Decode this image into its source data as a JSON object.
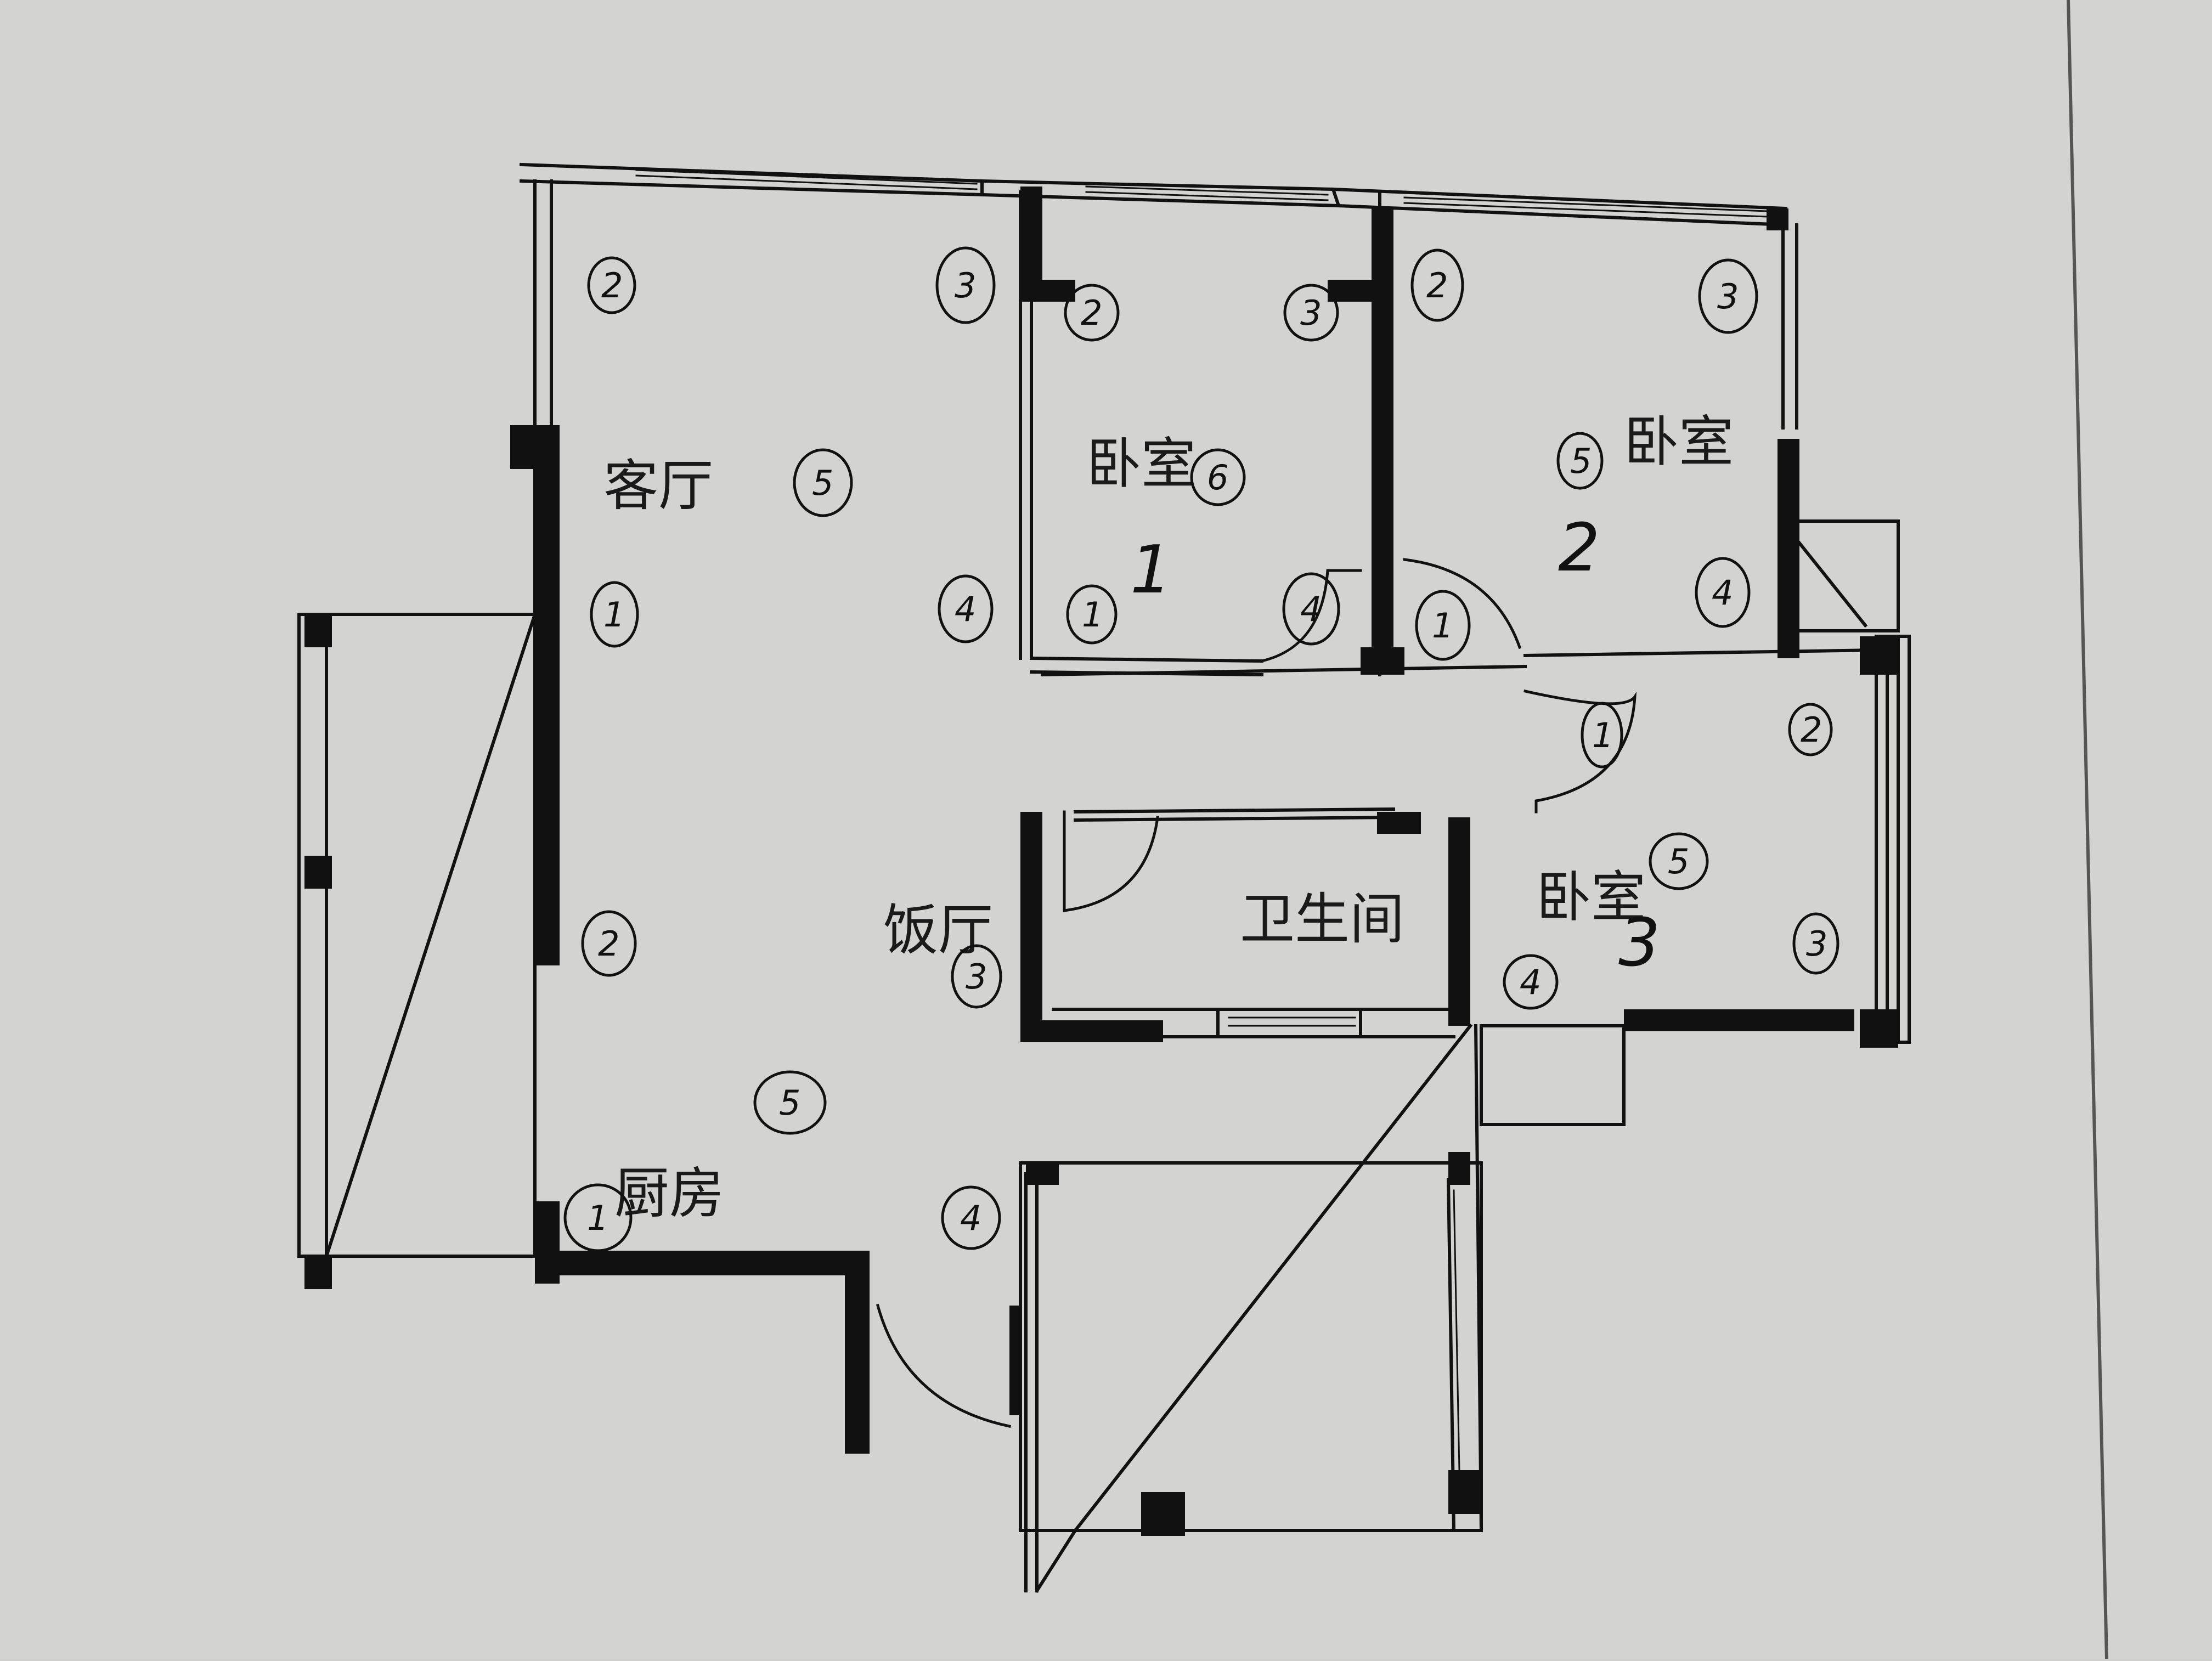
{
  "rooms": {
    "living_room": "客厅",
    "bedroom_a": "卧室",
    "bedroom_b": "卧室",
    "bedroom_c": "卧室",
    "bathroom": "卫生间",
    "dining_room": "饭厅",
    "kitchen": "厨房"
  },
  "handwritten_room_numbers": {
    "bedroom_a": "1",
    "bedroom_b": "2",
    "bedroom_c": "3"
  },
  "circled_marks": {
    "living_tl": "2",
    "living_tr": "3",
    "living_center": "5",
    "living_left": "1",
    "living_right": "4",
    "bed1_tl": "2",
    "bed1_tr": "3",
    "bed1_center": "6",
    "bed1_bl": "1",
    "bed1_br": "4",
    "bed2_tl": "2",
    "bed2_tr": "3",
    "bed2_center": "5",
    "bed2_bl": "1",
    "bed2_br": "4",
    "bed3_tl": "1",
    "bed3_tr": "2",
    "bed3_center": "5",
    "bed3_right": "3",
    "bed3_bl": "4",
    "dining_left": "2",
    "dining_center": "3",
    "dining_lower": "5",
    "kitchen_left": "1",
    "kitchen_right": "4"
  }
}
